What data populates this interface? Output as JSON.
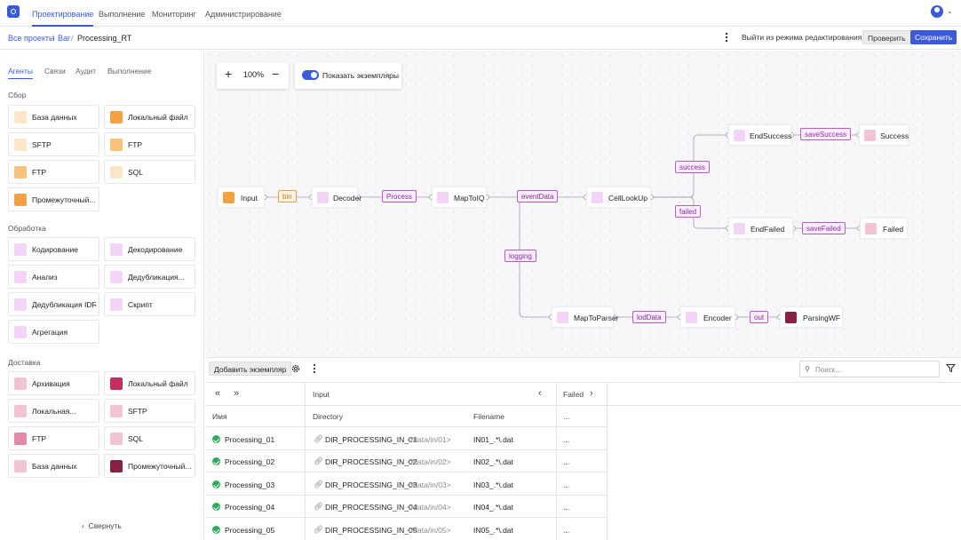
{
  "nav": {
    "tabs": [
      "Проектирование",
      "Выполнение",
      "Мониторинг",
      "Администрирование"
    ]
  },
  "breadcrumb": {
    "items": [
      "Все проекты",
      "Bar",
      "Processing_RT"
    ],
    "sep": "/"
  },
  "actions": {
    "exit": "Выйти из режима редактирования",
    "check": "Проверить",
    "save": "Сохранить"
  },
  "sidebar": {
    "tabs": [
      "Агенты",
      "Связи",
      "Аудит",
      "Выполнение"
    ],
    "sections": {
      "collect": "Сбор",
      "process": "Обработка",
      "deliver": "Доставка"
    },
    "collect": [
      "База данных",
      "Локальный файл",
      "SFTP",
      "FTP",
      "FTP",
      "SQL",
      "Промежуточный..."
    ],
    "process": [
      "Кодирование",
      "Декодирование",
      "Анализ",
      "Дедубликация...",
      "Дедубликация IDR",
      "Скрипт",
      "Агрегация"
    ],
    "deliver": [
      "Архивация",
      "Локальный файл",
      "Локальная...",
      "SFTP",
      "FTP",
      "SQL",
      "База данных",
      "Промежуточный..."
    ],
    "collapse": "Свернуть"
  },
  "canvas": {
    "zoom": "100%",
    "plus": "+",
    "minus": "−",
    "toggle_label": "Показать экземпляры",
    "toggle_on": true,
    "nodes": {
      "input": "Input",
      "decoder": "Decoder",
      "maptoiq": "MapToIQ",
      "celllookup": "CellLookUp",
      "endsuccess": "EndSuccess",
      "success": "Success",
      "endfailed": "EndFailed",
      "failed": "Failed",
      "maptoparser": "MapToParser",
      "encoder": "Encoder",
      "parsingwf": "ParsingWF"
    },
    "links": {
      "bin": "bin",
      "process": "Process",
      "eventdata": "eventData",
      "success": "success",
      "failed": "failed",
      "savesuccess": "saveSuccess",
      "savefailed": "saveFailed",
      "logging": "logging",
      "loddata": "lodData",
      "out": "out"
    }
  },
  "instances": {
    "add": "Добавить экземпляр",
    "search_placeholder": "Поиск...",
    "nav_first": "«",
    "nav_last": "»",
    "group_input": "Input",
    "group_failed": "Failed",
    "headers": {
      "name": "Имя",
      "directory": "Directory",
      "filename": "Filename",
      "failed": "..."
    },
    "rows": [
      {
        "name": "Processing_01",
        "dir": "DIR_PROCESSING_IN_01",
        "path": "</data/in/01>",
        "file": "IN01_.*\\.dat",
        "failed": "..."
      },
      {
        "name": "Processing_02",
        "dir": "DIR_PROCESSING_IN_02",
        "path": "</data/in/02>",
        "file": "IN02_.*\\.dat",
        "failed": "..."
      },
      {
        "name": "Processing_03",
        "dir": "DIR_PROCESSING_IN_03",
        "path": "</data/in/03>",
        "file": "IN03_.*\\.dat",
        "failed": "..."
      },
      {
        "name": "Processing_04",
        "dir": "DIR_PROCESSING_IN_04",
        "path": "</data/in/04>",
        "file": "IN04_.*\\.dat",
        "failed": "..."
      },
      {
        "name": "Processing_05",
        "dir": "DIR_PROCESSING_IN_05",
        "path": "</data/in/05>",
        "file": "IN05_.*\\.dat",
        "failed": "..."
      }
    ]
  },
  "colors": {
    "accent": "#3a5ad9",
    "link": "#b95ac8",
    "success": "#2eaa5c"
  }
}
